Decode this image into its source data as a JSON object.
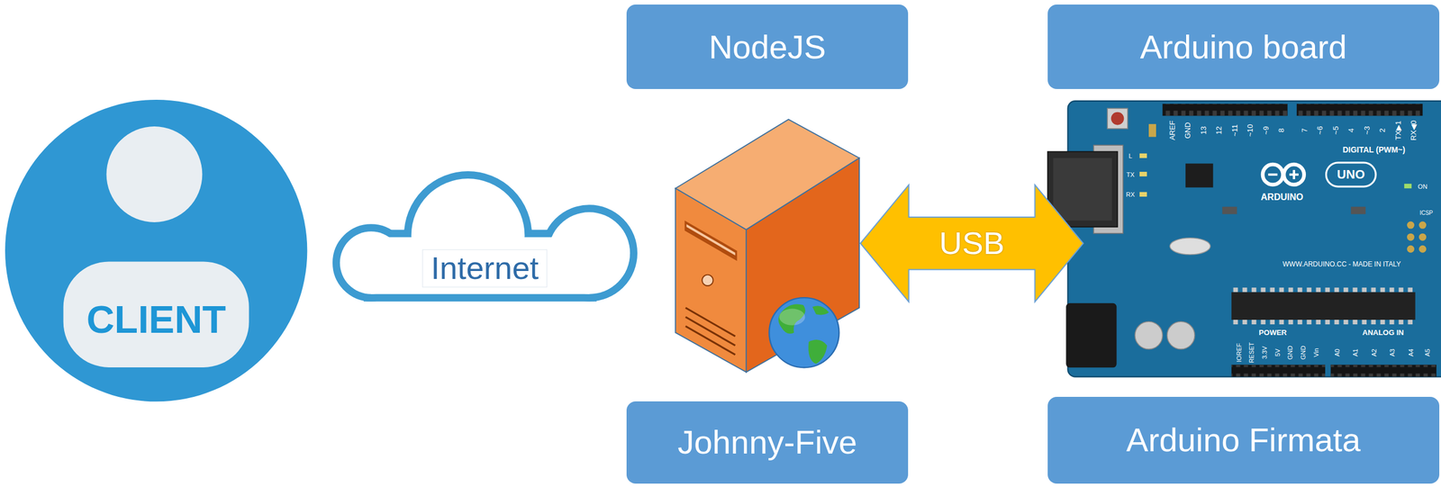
{
  "diagram": {
    "nodes": [
      {
        "text": [
          "CLIENT"
        ]
      },
      {
        "text": [
          "Internet"
        ]
      },
      {
        "text": [
          "NodeJS"
        ]
      },
      {
        "text": [
          "Johnny-Five"
        ]
      },
      {
        "text": [
          "USB"
        ]
      },
      {
        "text": [
          "Arduino board"
        ]
      },
      {
        "text": [
          "Arduino Firmata"
        ]
      }
    ],
    "labels": [
      "AREF",
      "GND",
      "13",
      "12",
      "~11",
      "~10",
      "~9",
      "8",
      "7",
      "~6",
      "~5",
      "4",
      "~3",
      "2",
      "TX▶1",
      "RX◀0",
      "DIGITAL (PWM~)",
      "UNO",
      "ARDUINO",
      "L",
      "TX",
      "RX",
      "ON",
      "ICSP",
      "WWW.ARDUINO.CC - MADE IN ITALY",
      "POWER",
      "ANALOG IN",
      "IOREF",
      "RESET",
      "3.3V",
      "5V",
      "GND",
      "GND",
      "Vin",
      "A0",
      "A1",
      "A2",
      "A3",
      "A4",
      "A5"
    ]
  }
}
